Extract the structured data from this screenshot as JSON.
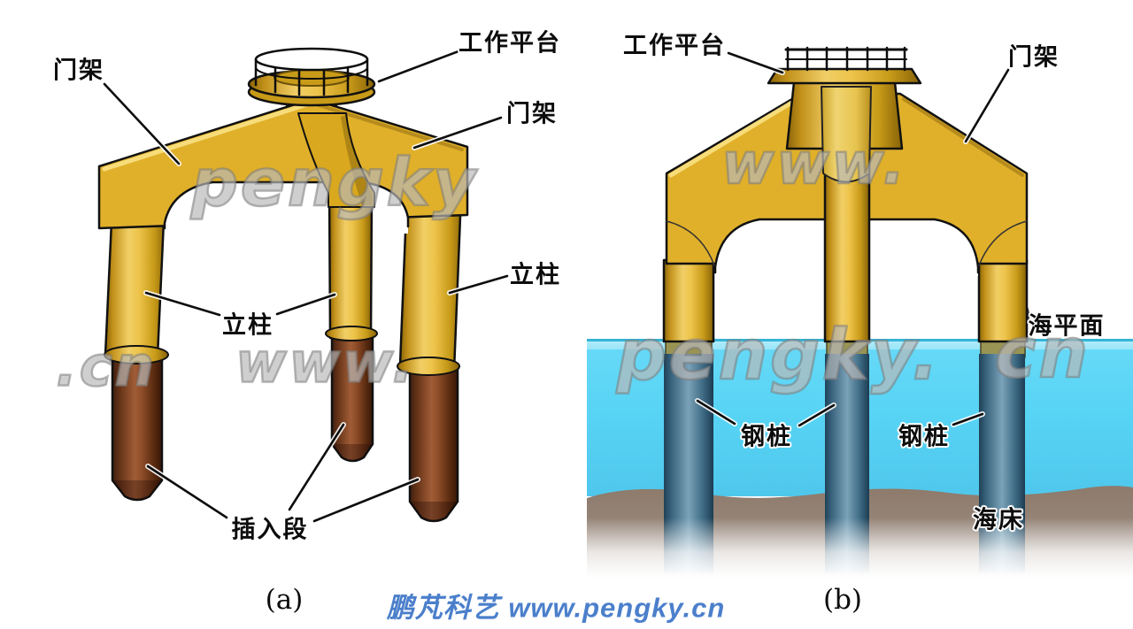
{
  "figure_a": {
    "caption": "(a)",
    "label_portal_frame_left": "门架",
    "label_work_platform": "工作平台",
    "label_portal_frame_right": "门架",
    "label_column_right": "立柱",
    "label_column_center": "立柱",
    "label_insertion_section": "插入段"
  },
  "figure_b": {
    "caption": "(b)",
    "label_work_platform": "工作平台",
    "label_portal_frame": "门架",
    "label_sea_level": "海平面",
    "label_steel_pile_left": "钢桩",
    "label_steel_pile_right": "钢桩",
    "label_seabed": "海床"
  },
  "watermarks": {
    "pengky_a": "pengky",
    "cn_a": ".cn",
    "www_a": "www.",
    "www_b": "www.",
    "pengky_b": "pengky.",
    "cn_b": "cn"
  },
  "footer": {
    "brand": "鹏芃科艺 www.pengky.cn"
  },
  "colors": {
    "structure_yellow": "#E0B02A",
    "structure_outline": "#111111",
    "insertion_pile_brown": "#7A3E22",
    "water_cyan": "#57D3F4",
    "steel_pile_blue": "#49768F",
    "seabed_brown": "#8D7A6B",
    "footer_text_blue": "#4B7FCB"
  }
}
